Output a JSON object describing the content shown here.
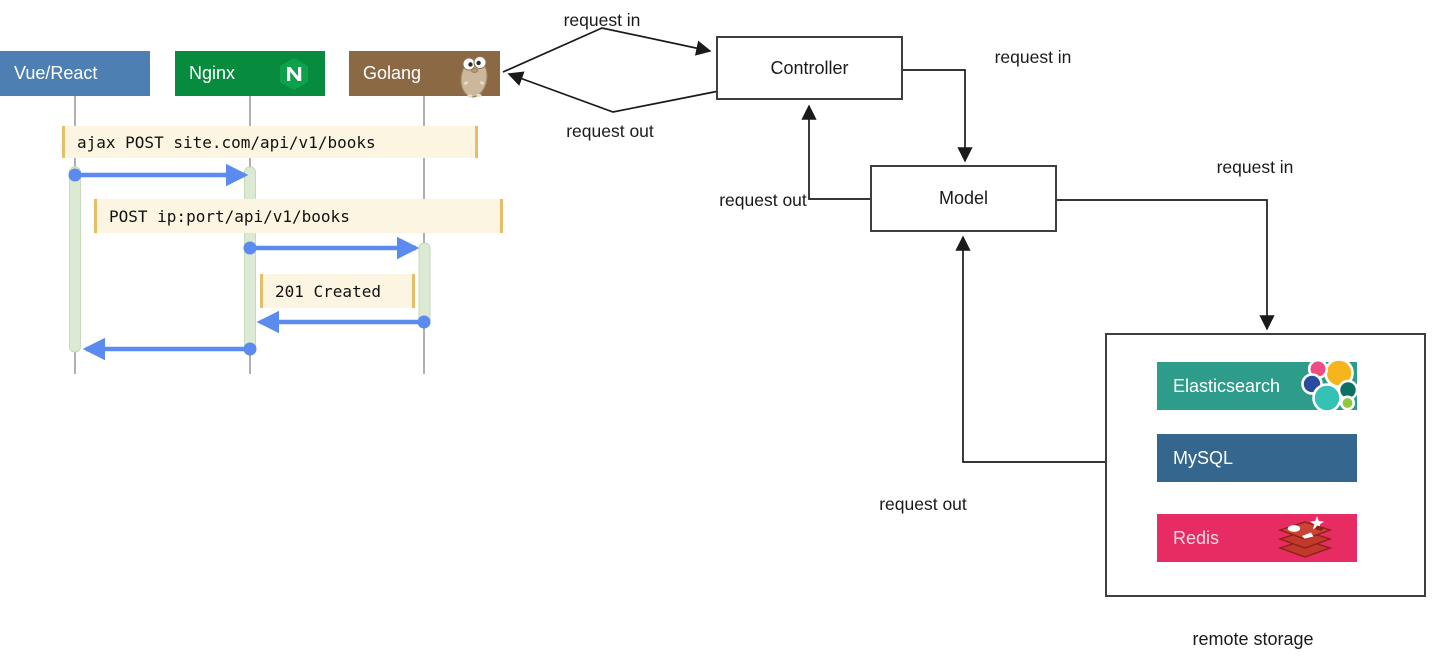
{
  "sequence": {
    "actors": [
      {
        "label": "Vue/React",
        "color": "#4d7fb2"
      },
      {
        "label": "Nginx",
        "color": "#078c3f"
      },
      {
        "label": "Golang",
        "color": "#8b6945"
      }
    ],
    "messages": [
      {
        "text": "ajax POST site.com/api/v1/books",
        "from": "Vue/React",
        "to": "Nginx"
      },
      {
        "text": "POST ip:port/api/v1/books",
        "from": "Nginx",
        "to": "Golang"
      },
      {
        "text": "201 Created",
        "from": "Golang",
        "to": "Nginx"
      }
    ]
  },
  "flow": {
    "controller_label": "Controller",
    "model_label": "Model",
    "labels": {
      "golang_to_controller": "request in",
      "controller_to_golang": "request out",
      "controller_to_model": "request in",
      "model_to_controller": "request out",
      "model_to_storage": "request in",
      "storage_to_model": "request out"
    },
    "storage": {
      "caption": "remote storage",
      "services": [
        {
          "label": "Elasticsearch",
          "color": "#2e9c8b"
        },
        {
          "label": "MySQL",
          "color": "#35678e"
        },
        {
          "label": "Redis",
          "color": "#e62c62"
        }
      ]
    }
  },
  "colors": {
    "sequence_arrow": "#5b8bee",
    "activation_bar": "#dcead3",
    "message_note_bg": "#fcf5e1",
    "message_note_border": "#e7bd68",
    "lifeline": "#b0b0b0",
    "connector": "#1a1a1a"
  }
}
